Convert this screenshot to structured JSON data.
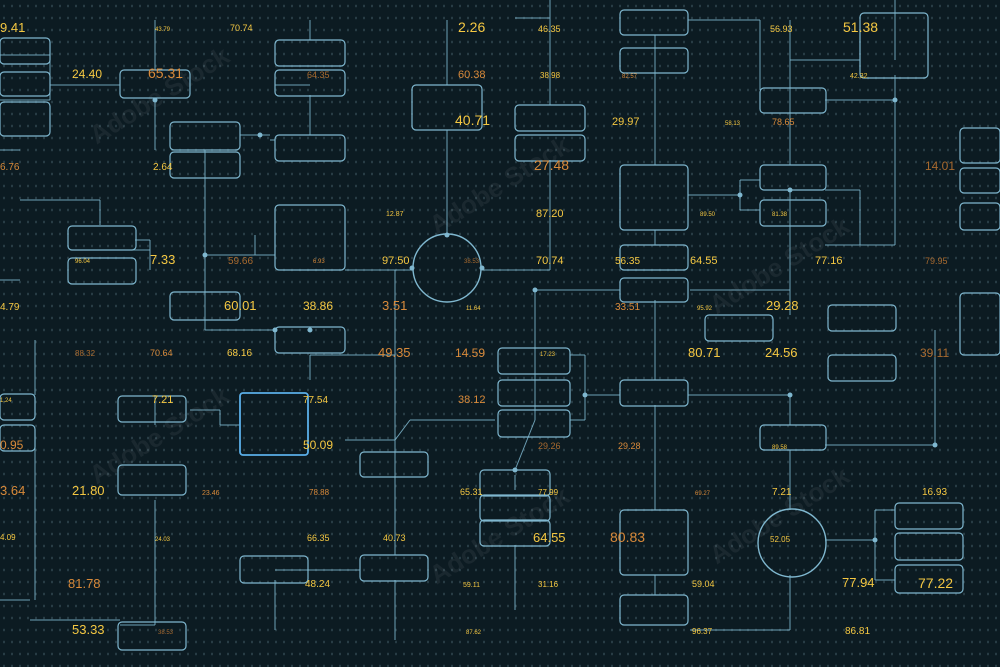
{
  "colors": {
    "line": "#7fb7cf",
    "node": "#7fb7cf",
    "value": "#f5c842",
    "value_dim": "#d98a3a",
    "value_faint": "#a86a2f"
  },
  "watermark": {
    "text": "Adobe Stock",
    "id": "#299849381"
  },
  "labels": [
    "9.41",
    "70.74",
    "2.26",
    "46.35",
    "56.93",
    "51.38",
    "43.79",
    "24.40",
    "65.31",
    "64.35",
    "60.38",
    "38.98",
    "82.57",
    "42.32",
    "40.71",
    "29.97",
    "58.13",
    "78.65",
    "6.76",
    "2.64",
    "27.48",
    "14.01",
    "12.87",
    "87.20",
    "89.50",
    "81.38",
    "96.04",
    "7.33",
    "59.66",
    "6.93",
    "97.50",
    "38.53",
    "70.74",
    "56.35",
    "64.55",
    "77.16",
    "79.95",
    "4.79",
    "60.01",
    "38.86",
    "3.51",
    "11.64",
    "33.51",
    "95.92",
    "29.28",
    "88.32",
    "70.64",
    "68.16",
    "49.35",
    "14.59",
    "17.23",
    "80.71",
    "24.56",
    "39.11",
    "7.21",
    "77.54",
    "38.12",
    "1.24",
    "0.95",
    "50.09",
    "29.26",
    "29.28",
    "89.58",
    "23.46",
    "78.88",
    "65.31",
    "77.99",
    "69.27",
    "7.21",
    "16.93",
    "3.64",
    "21.80",
    "24.03",
    "66.35",
    "40.73",
    "64.55",
    "80.83",
    "52.05",
    "4.09",
    "81.78",
    "48.24",
    "59.11",
    "31.16",
    "59.04",
    "77.94",
    "77.22",
    "53.33",
    "38.53",
    "87.62",
    "96.37",
    "86.81"
  ]
}
